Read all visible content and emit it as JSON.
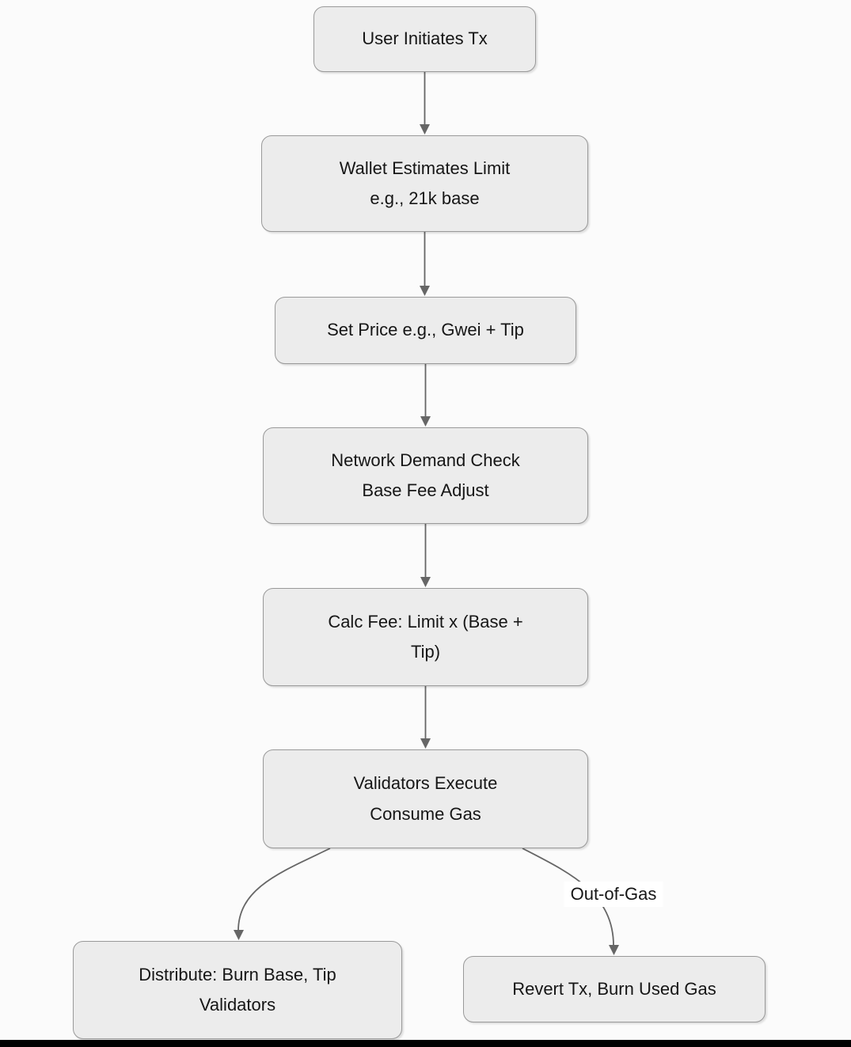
{
  "colors": {
    "background": "#fbfbfb",
    "node_fill": "#ececec",
    "node_border": "#999999",
    "edge": "#666666",
    "text": "#161616",
    "label_bg": "#ffffff",
    "bottom_bar": "#000000"
  },
  "nodes": [
    {
      "id": "user-initiates-tx",
      "lines": [
        "User Initiates Tx"
      ]
    },
    {
      "id": "wallet-estimates-limit",
      "lines": [
        "Wallet Estimates Limit",
        "e.g., 21k base"
      ]
    },
    {
      "id": "set-price",
      "lines": [
        "Set Price e.g., Gwei + Tip"
      ]
    },
    {
      "id": "network-demand-check",
      "lines": [
        "Network Demand Check",
        "Base Fee Adjust"
      ]
    },
    {
      "id": "calc-fee",
      "lines": [
        "Calc Fee: Limit x (Base +",
        "Tip)"
      ]
    },
    {
      "id": "validators-execute",
      "lines": [
        "Validators Execute",
        "Consume Gas"
      ]
    },
    {
      "id": "distribute-burn-base",
      "lines": [
        "Distribute: Burn Base, Tip",
        "Validators"
      ]
    },
    {
      "id": "revert-tx",
      "lines": [
        "Revert Tx, Burn Used Gas"
      ]
    }
  ],
  "edges": [
    {
      "from": "user-initiates-tx",
      "to": "wallet-estimates-limit",
      "label": ""
    },
    {
      "from": "wallet-estimates-limit",
      "to": "set-price",
      "label": ""
    },
    {
      "from": "set-price",
      "to": "network-demand-check",
      "label": ""
    },
    {
      "from": "network-demand-check",
      "to": "calc-fee",
      "label": ""
    },
    {
      "from": "calc-fee",
      "to": "validators-execute",
      "label": ""
    },
    {
      "from": "validators-execute",
      "to": "distribute-burn-base",
      "label": ""
    },
    {
      "from": "validators-execute",
      "to": "revert-tx",
      "label": "Out-of-Gas"
    }
  ]
}
